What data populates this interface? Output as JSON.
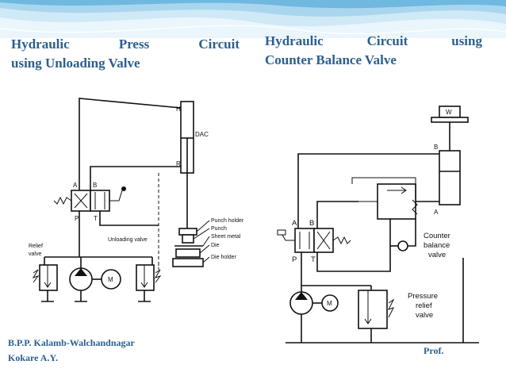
{
  "slide": {
    "title_left_line1": "Hydraulic Press Circuit",
    "title_left_words": [
      "Hydraulic",
      "Press",
      "Circuit"
    ],
    "title_left_line2": "using Unloading Valve",
    "title_right_words": [
      "Hydraulic",
      "Circuit",
      "using"
    ],
    "title_right_line2": "Counter Balance Valve",
    "footer_left_line1": "B.P.P. Kalamb-Walchandnagar",
    "footer_left_line2": "Kokare A.Y.",
    "footer_right": "Prof."
  },
  "diagram_left": {
    "labels": {
      "H": "H",
      "R": "R",
      "DAC": "DAC",
      "A": "A",
      "B": "B",
      "P": "P",
      "T": "T",
      "punch_holder": "Punch holder",
      "punch": "Punch",
      "sheet_metal": "Sheet metal",
      "die": "Die",
      "die_holder": "Die holder",
      "unloading_valve": "Unloading valve",
      "relief": "Relief",
      "valve": "valve",
      "motor": "M"
    }
  },
  "diagram_right": {
    "labels": {
      "W": "W",
      "B_cyl": "B",
      "A_cyl": "A",
      "A": "A",
      "B": "B",
      "P": "P",
      "T": "T",
      "counter": "Counter",
      "balance": "balance",
      "valve": "valve",
      "pressure": "Pressure",
      "relief": "relief",
      "valve2": "valve",
      "motor": "M"
    }
  },
  "colors": {
    "accent": "#2b5f8e",
    "wave_light": "#d4ecf7",
    "wave_mid": "#a9d6ee",
    "wave_dark": "#6fb8e0"
  }
}
